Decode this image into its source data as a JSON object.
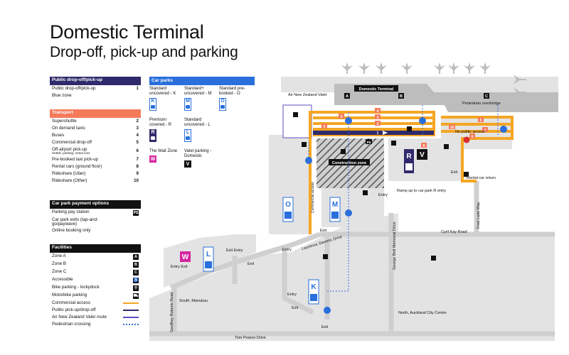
{
  "title": "Domestic Terminal",
  "subtitle": "Drop-off, pick-up and parking",
  "legend": {
    "public": {
      "header": "Public drop-off/pick-up",
      "items": [
        {
          "label": "Public drop-off/pick-up",
          "num": "1"
        },
        {
          "label": "Blue zone",
          "num": ""
        }
      ]
    },
    "transport": {
      "header": "Transport",
      "items": [
        {
          "label": "Supershuttle",
          "num": "2",
          "sub": ""
        },
        {
          "label": "On demand taxis",
          "num": "3",
          "sub": ""
        },
        {
          "label": "Buses",
          "num": "4",
          "sub": ""
        },
        {
          "label": "Commercial drop-off",
          "num": "5",
          "sub": ""
        },
        {
          "label": "Off-airport pick-up",
          "num": "6",
          "sub": "Hotels, parking, rental cars"
        },
        {
          "label": "Pre-booked taxi pick-up",
          "num": "7",
          "sub": ""
        },
        {
          "label": "Rental cars (ground floor)",
          "num": "8",
          "sub": ""
        },
        {
          "label": "Rideshare (Uber)",
          "num": "9",
          "sub": ""
        },
        {
          "label": "Rideshare (Other)",
          "num": "10",
          "sub": ""
        }
      ]
    },
    "payment": {
      "header": "Car park payment options",
      "items": [
        {
          "label": "Parking pay station",
          "badge": "P$"
        },
        {
          "label": "Car park exits (tap-and-go/paywave)",
          "badge": ""
        },
        {
          "label": "Online booking only",
          "badge": ""
        }
      ]
    },
    "facilities": {
      "header": "Facilities",
      "items": [
        {
          "label": "Zone A",
          "badge": "A",
          "kind": "badge"
        },
        {
          "label": "Zone B",
          "badge": "B",
          "kind": "badge"
        },
        {
          "label": "Zone C",
          "badge": "C",
          "kind": "badge"
        },
        {
          "label": "Accessible",
          "badge": "♿",
          "kind": "badge"
        },
        {
          "label": "Bike parking - lockydock",
          "badge": "⚲",
          "kind": "badge"
        },
        {
          "label": "Motorbike parking",
          "badge": "⛟",
          "kind": "badge"
        },
        {
          "label": "Commercial access",
          "badge": "",
          "kind": "orange"
        },
        {
          "label": "Public pick-up/drop-off",
          "badge": "",
          "kind": "navy"
        },
        {
          "label": "Air New Zealand Valet route",
          "badge": "",
          "kind": "purple"
        },
        {
          "label": "Pedestrian crossing",
          "badge": "",
          "kind": "dots"
        }
      ]
    }
  },
  "carparks": {
    "header": "Car parks",
    "items": [
      {
        "name": "Standard uncovered - K",
        "code": "K"
      },
      {
        "name": "Standard+ uncovered - M",
        "code": "M"
      },
      {
        "name": "Standard pre-booked - O",
        "code": "O"
      },
      {
        "name": "Premium covered - R",
        "code": "R"
      },
      {
        "name": "Standard uncovered - L",
        "code": "L"
      },
      {
        "name": "The Wait Zone",
        "code": "W"
      },
      {
        "name": "Valet parking - Domestic",
        "code": "V"
      }
    ]
  },
  "map": {
    "terminal_label": "Domestic Terminal",
    "zones": [
      "A",
      "B",
      "C"
    ],
    "valet_label": "Air New Zealand Valet",
    "overbridge_label": "Pedestrian overbridge",
    "no_public_access": "No public access",
    "construction_label": "Construction zone",
    "commercial_access_label": "Commercial access",
    "ramp_label": "Ramp up to car park R entry",
    "rental_return_label": "Rental car return",
    "roads": {
      "cyril": "Cyril Kay Road",
      "george": "George Bolt Memorial Drive",
      "laurence": "Laurence Stevens Drive",
      "tom": "Tom Pearce Drive",
      "geoffrey": "Geoffrey Roberts Road",
      "fred": "Fred Ladd Way"
    },
    "south": "South, Manukau",
    "north": "North, Auckland City Centre",
    "labels": {
      "exit": "Exit",
      "entry": "Entry",
      "entry_exit": "Entry Exit",
      "exit_entry": "Exit Entry",
      "pay": "P$"
    },
    "stops": [
      "1",
      "2",
      "3",
      "4",
      "5",
      "6",
      "7",
      "8",
      "9",
      "10"
    ]
  },
  "colors": {
    "navy": "#2f2a6b",
    "orange": "#f5a623",
    "salmon": "#f47a5a",
    "blue": "#2a6fdb",
    "magenta": "#d6249f",
    "purple": "#5b4dc4",
    "lightgrey": "#e3e3e3",
    "midgrey": "#cfcfcf",
    "red": "#d92d2d"
  }
}
